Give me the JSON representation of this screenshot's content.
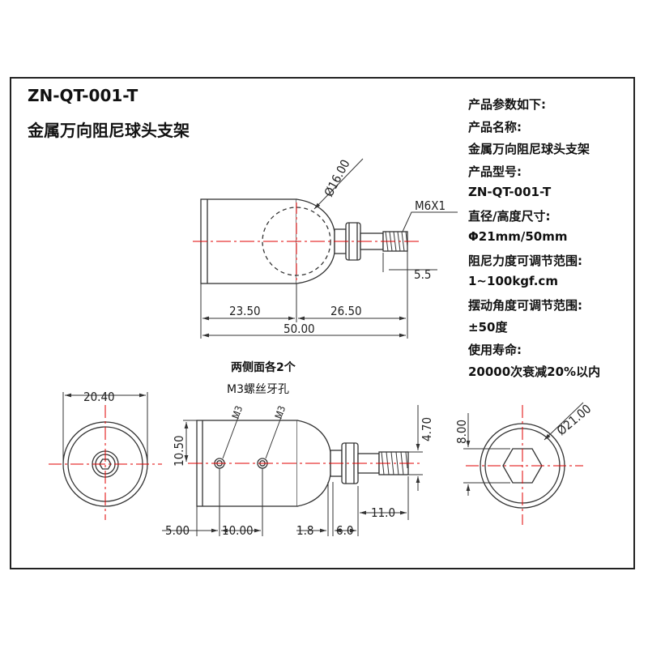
{
  "title": {
    "model": "ZN-QT-001-T",
    "name": "金属万向阻尼球头支架"
  },
  "specs": [
    "产品参数如下:",
    "产品名称:",
    "金属万向阻尼球头支架",
    "产品型号:",
    "ZN-QT-001-T",
    "直径/高度尺寸:",
    "Φ21mm/50mm",
    "阻尼力度可调节范围:",
    "1~100kgf.cm",
    "摆动角度可调节范围:",
    "±50度",
    "使用寿命:",
    "20000次衰减20%以内"
  ],
  "top_view": {
    "ball_dia": "Ø16.00",
    "thread": "M6X1",
    "thread_len": "5.5",
    "len_left": "23.50",
    "len_right": "26.50",
    "len_total": "50.00"
  },
  "side_view": {
    "note_line1": "两侧面各2个",
    "note_line2": "M3螺丝牙孔",
    "hole_label_1": "M3",
    "hole_label_2": "M3",
    "height": "10.50",
    "dim_5": "5.00",
    "dim_10": "10.00",
    "dim_1_8": "1.8",
    "dim_6": "6.0",
    "dim_11": "11.0",
    "dim_4_7": "4.70"
  },
  "left_view": {
    "width": "20.40"
  },
  "right_view": {
    "dia": "Ø21.00",
    "hex": "8.00"
  },
  "colors": {
    "outline": "#333333",
    "centerline": "#e00000",
    "frame": "#222222"
  }
}
